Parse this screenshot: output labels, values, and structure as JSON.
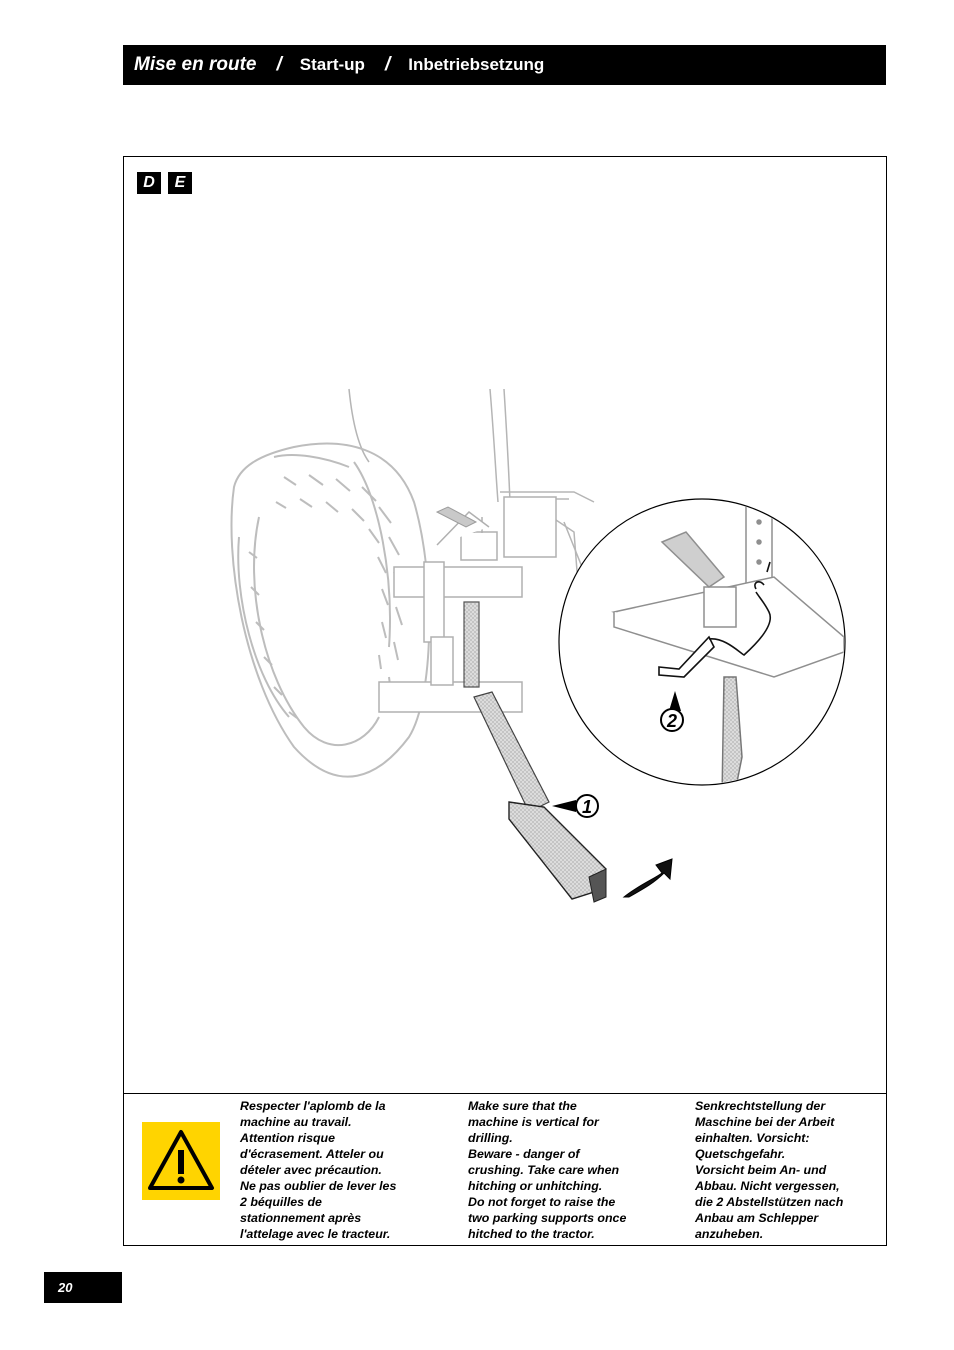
{
  "header": {
    "title_fr": "Mise en route",
    "separator": "/",
    "title_en": "Start-up",
    "title_de": "Inbetriebsetzung"
  },
  "tags": [
    "D",
    "E"
  ],
  "callouts": [
    "1",
    "2"
  ],
  "warning": {
    "icon": "warning-triangle-icon",
    "icon_color": "#FFD400",
    "fr": "Respecter l'aplomb de la\nmachine au travail.\nAttention risque\nd'écrasement. Atteler ou\ndételer avec précaution.\nNe pas oublier de lever les\n2 béquilles de\nstationnement après\nl'attelage avec le tracteur.",
    "en": "Make sure that the\nmachine is vertical for\ndrilling.\nBeware - danger of\ncrushing.  Take care when\nhitching or unhitching.\nDo not forget to raise the\ntwo parking supports once\nhitched to the tractor.",
    "de": "Senkrechtstellung der\nMaschine bei der Arbeit\neinhalten. Vorsicht:\nQuetschgefahr.\nVorsicht beim An- und\nAbbau. Nicht vergessen,\ndie 2 Abstellstützen nach\nAnbau am Schlepper\nanzuheben."
  },
  "page_number": "20"
}
